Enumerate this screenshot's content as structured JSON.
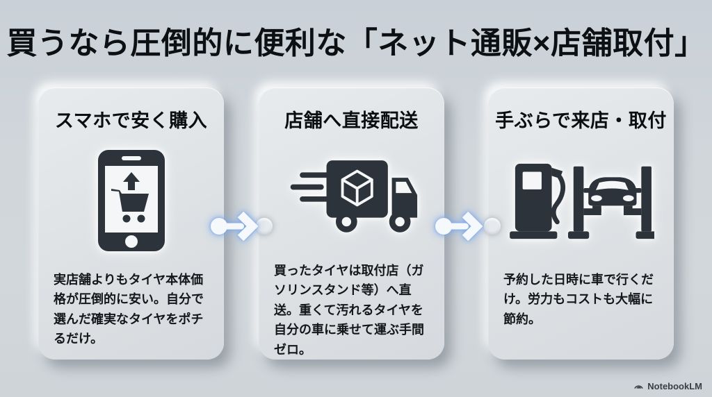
{
  "page": {
    "title": "買うなら圧倒的に便利な「ネット通販×店舗取付」",
    "watermark": "NotebookLM"
  },
  "steps": [
    {
      "title": "スマホで安く購入",
      "icon": "smartphone-shopping-cart-icon",
      "body": "実店舗よりもタイヤ本体価格が圧倒的に安い。自分で選んだ確実なタイヤをポチるだけ。"
    },
    {
      "title": "店舗へ直接配送",
      "icon": "delivery-truck-icon",
      "body": "買ったタイヤは取付店（ガソリンスタンド等）へ直送。重くて汚れるタイヤを自分の車に乗せて運ぶ手間ゼロ。"
    },
    {
      "title": "手ぶらで来店・取付",
      "icon": "gas-pump-and-car-lift-icon",
      "body": "予約した日時に車で行くだけ。労力もコストも大幅に節約。"
    }
  ],
  "colors": {
    "background": "#d0d6da",
    "card": "#dde1e4",
    "icon": "#2d333a",
    "title_text": "#0d1013",
    "arrow_glow_blue": "#7aa6ea",
    "arrow_fill": "#f6f9fb"
  }
}
